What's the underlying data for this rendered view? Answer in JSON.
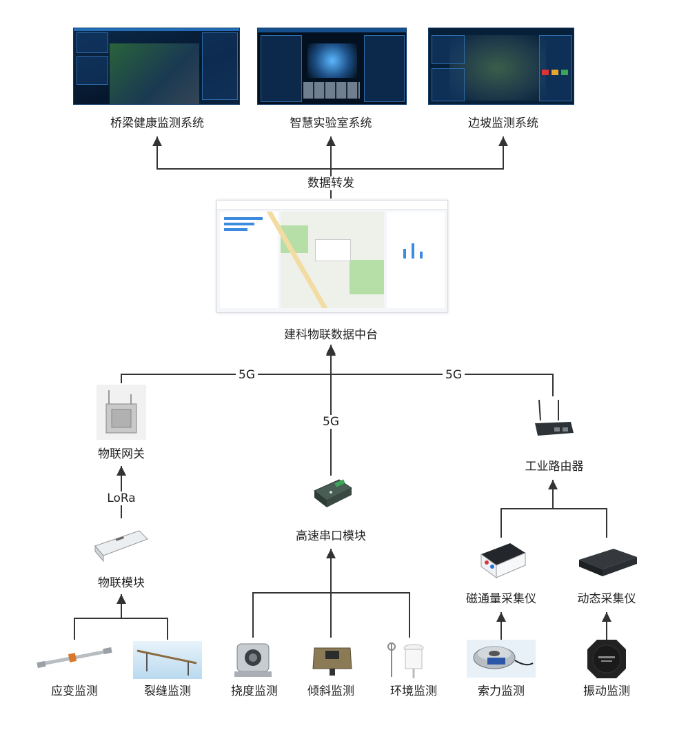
{
  "systems": {
    "bridge": "桥梁健康监测系统",
    "lab": "智慧实验室系统",
    "slope": "边坡监测系统"
  },
  "forward_label": "数据转发",
  "platform": "建科物联数据中台",
  "links": {
    "left_5g": "5G",
    "right_5g": "5G",
    "center_5g": "5G",
    "lora": "LoRa"
  },
  "gateways": {
    "iot_gateway": "物联网关",
    "iot_module": "物联模块",
    "serial_module": "高速串口模块",
    "router": "工业路由器",
    "flux_collector": "磁通量采集仪",
    "dynamic_collector": "动态采集仪"
  },
  "sensors": {
    "strain": "应变监测",
    "crack": "裂缝监测",
    "deflection": "挠度监测",
    "tilt": "倾斜监测",
    "environment": "环境监测",
    "cable_force": "索力监测",
    "vibration": "振动监测"
  },
  "colors": {
    "line": "#333333",
    "dashboard": "#0b2a4a",
    "map_green": "#b5dfa6"
  }
}
